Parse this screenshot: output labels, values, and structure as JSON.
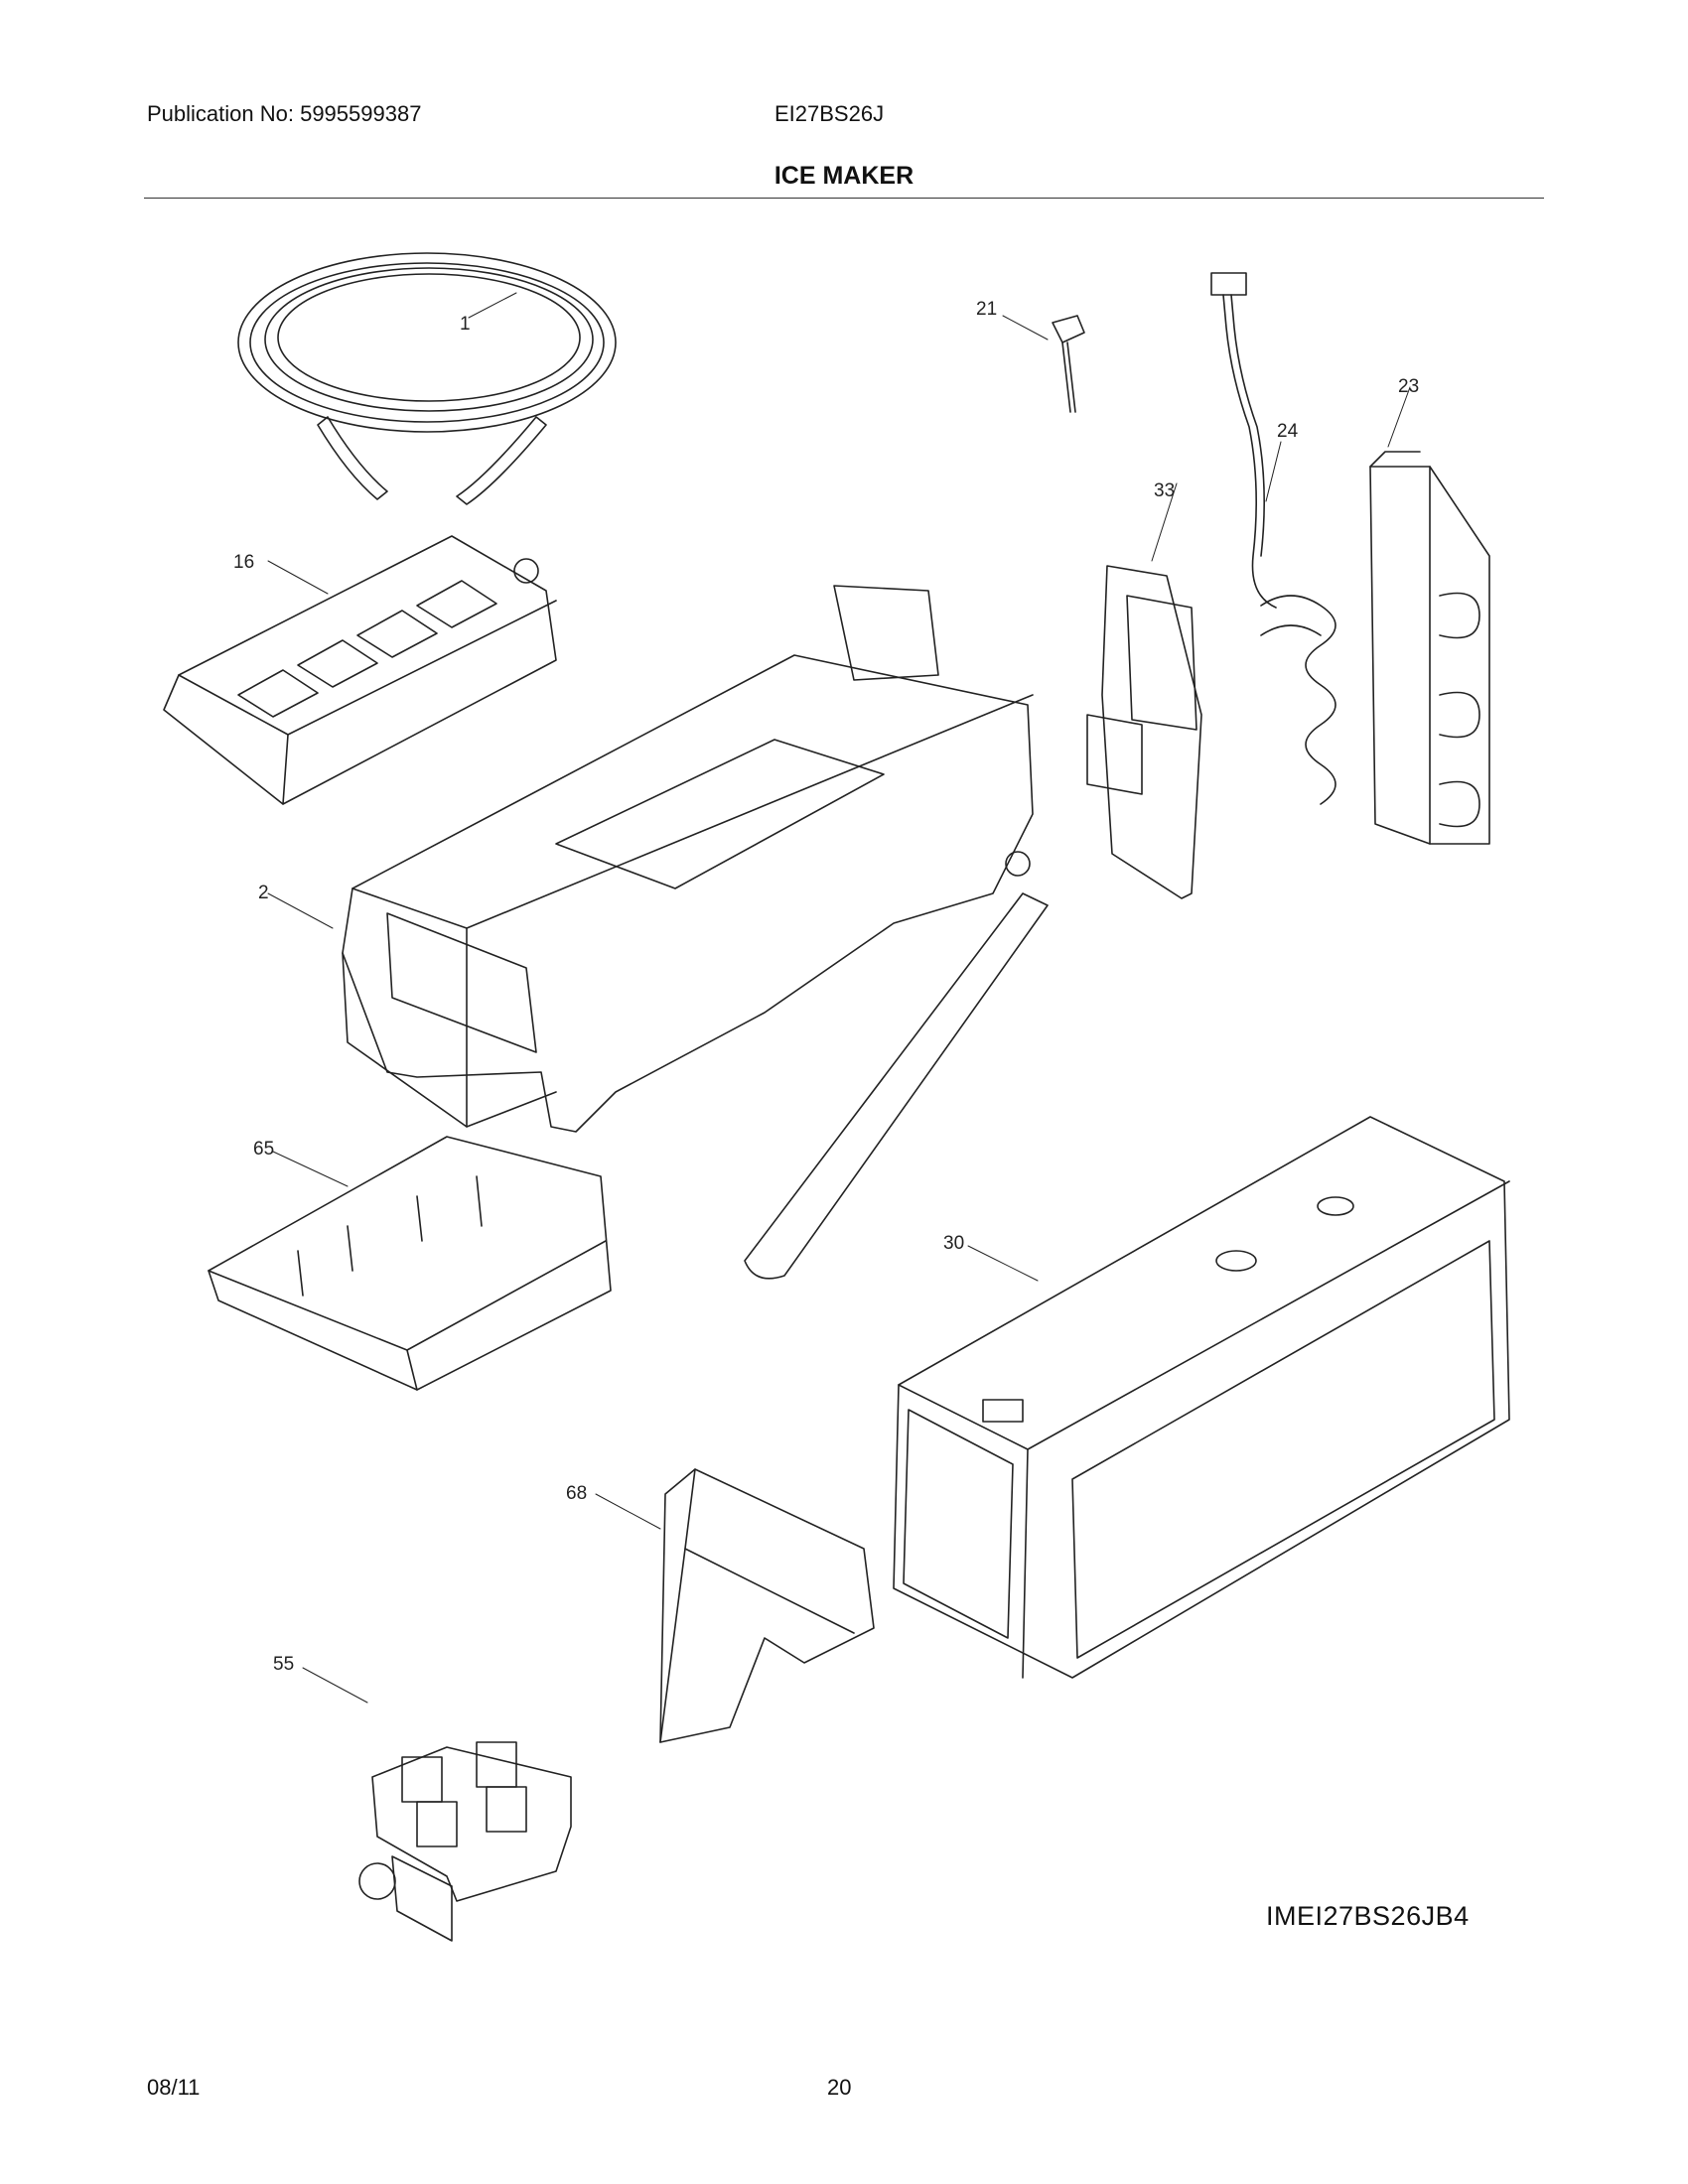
{
  "header": {
    "publication": "Publication No: 5995599387",
    "model": "EI27BS26J",
    "title": "ICE MAKER"
  },
  "diagram": {
    "callouts": [
      "1",
      "21",
      "23",
      "24",
      "33",
      "16",
      "2",
      "65",
      "30",
      "68",
      "55"
    ],
    "diagram_id": "IMEI27BS26JB4"
  },
  "footer": {
    "date": "08/11",
    "page": "20"
  }
}
